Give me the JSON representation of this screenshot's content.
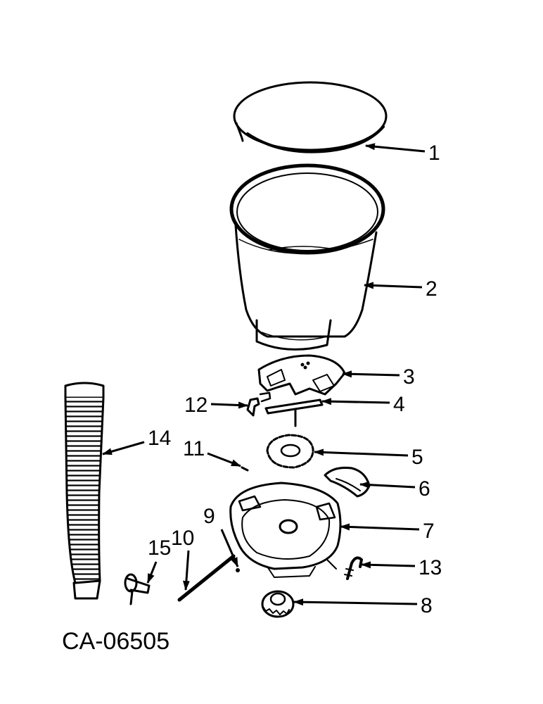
{
  "diagram": {
    "reference_code": "CA-06505",
    "callouts": [
      {
        "id": "1",
        "label": "1"
      },
      {
        "id": "2",
        "label": "2"
      },
      {
        "id": "3",
        "label": "3"
      },
      {
        "id": "4",
        "label": "4"
      },
      {
        "id": "5",
        "label": "5"
      },
      {
        "id": "6",
        "label": "6"
      },
      {
        "id": "7",
        "label": "7"
      },
      {
        "id": "8",
        "label": "8"
      },
      {
        "id": "9",
        "label": "9"
      },
      {
        "id": "10",
        "label": "10"
      },
      {
        "id": "11",
        "label": "11"
      },
      {
        "id": "12",
        "label": "12"
      },
      {
        "id": "13",
        "label": "13"
      },
      {
        "id": "14",
        "label": "14"
      },
      {
        "id": "15",
        "label": "15"
      }
    ]
  }
}
